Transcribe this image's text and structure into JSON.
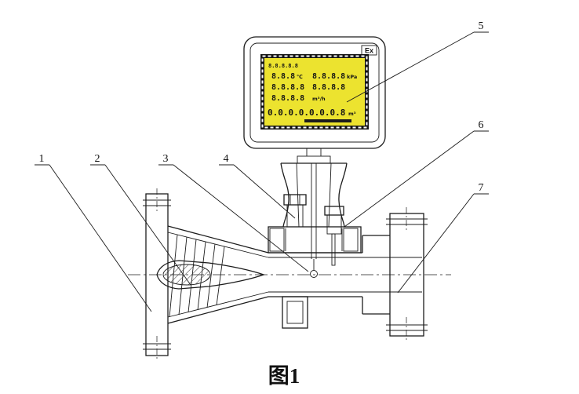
{
  "figure": {
    "caption": "图1"
  },
  "callouts": [
    {
      "label": "1"
    },
    {
      "label": "2"
    },
    {
      "label": "3"
    },
    {
      "label": "4"
    },
    {
      "label": "5"
    },
    {
      "label": "6"
    },
    {
      "label": "7"
    }
  ],
  "display_head": {
    "ex_label": "Ex",
    "lcd": {
      "header": "8.8.8.8.8",
      "temp_value": "8.8.8",
      "temp_unit": "℃",
      "press_value": "8.8.8.8",
      "press_unit": "kPa",
      "flow_value": "8.8.8.8",
      "flow_aux": "8.8.8.8",
      "rate_value": "8.8.8.8",
      "rate_unit": "m³/h",
      "total_value": "0.0.0.0.0.0.0.8",
      "total_unit": "m³",
      "background_color": "#ece32f"
    }
  },
  "line_color": "#1c1c1c"
}
